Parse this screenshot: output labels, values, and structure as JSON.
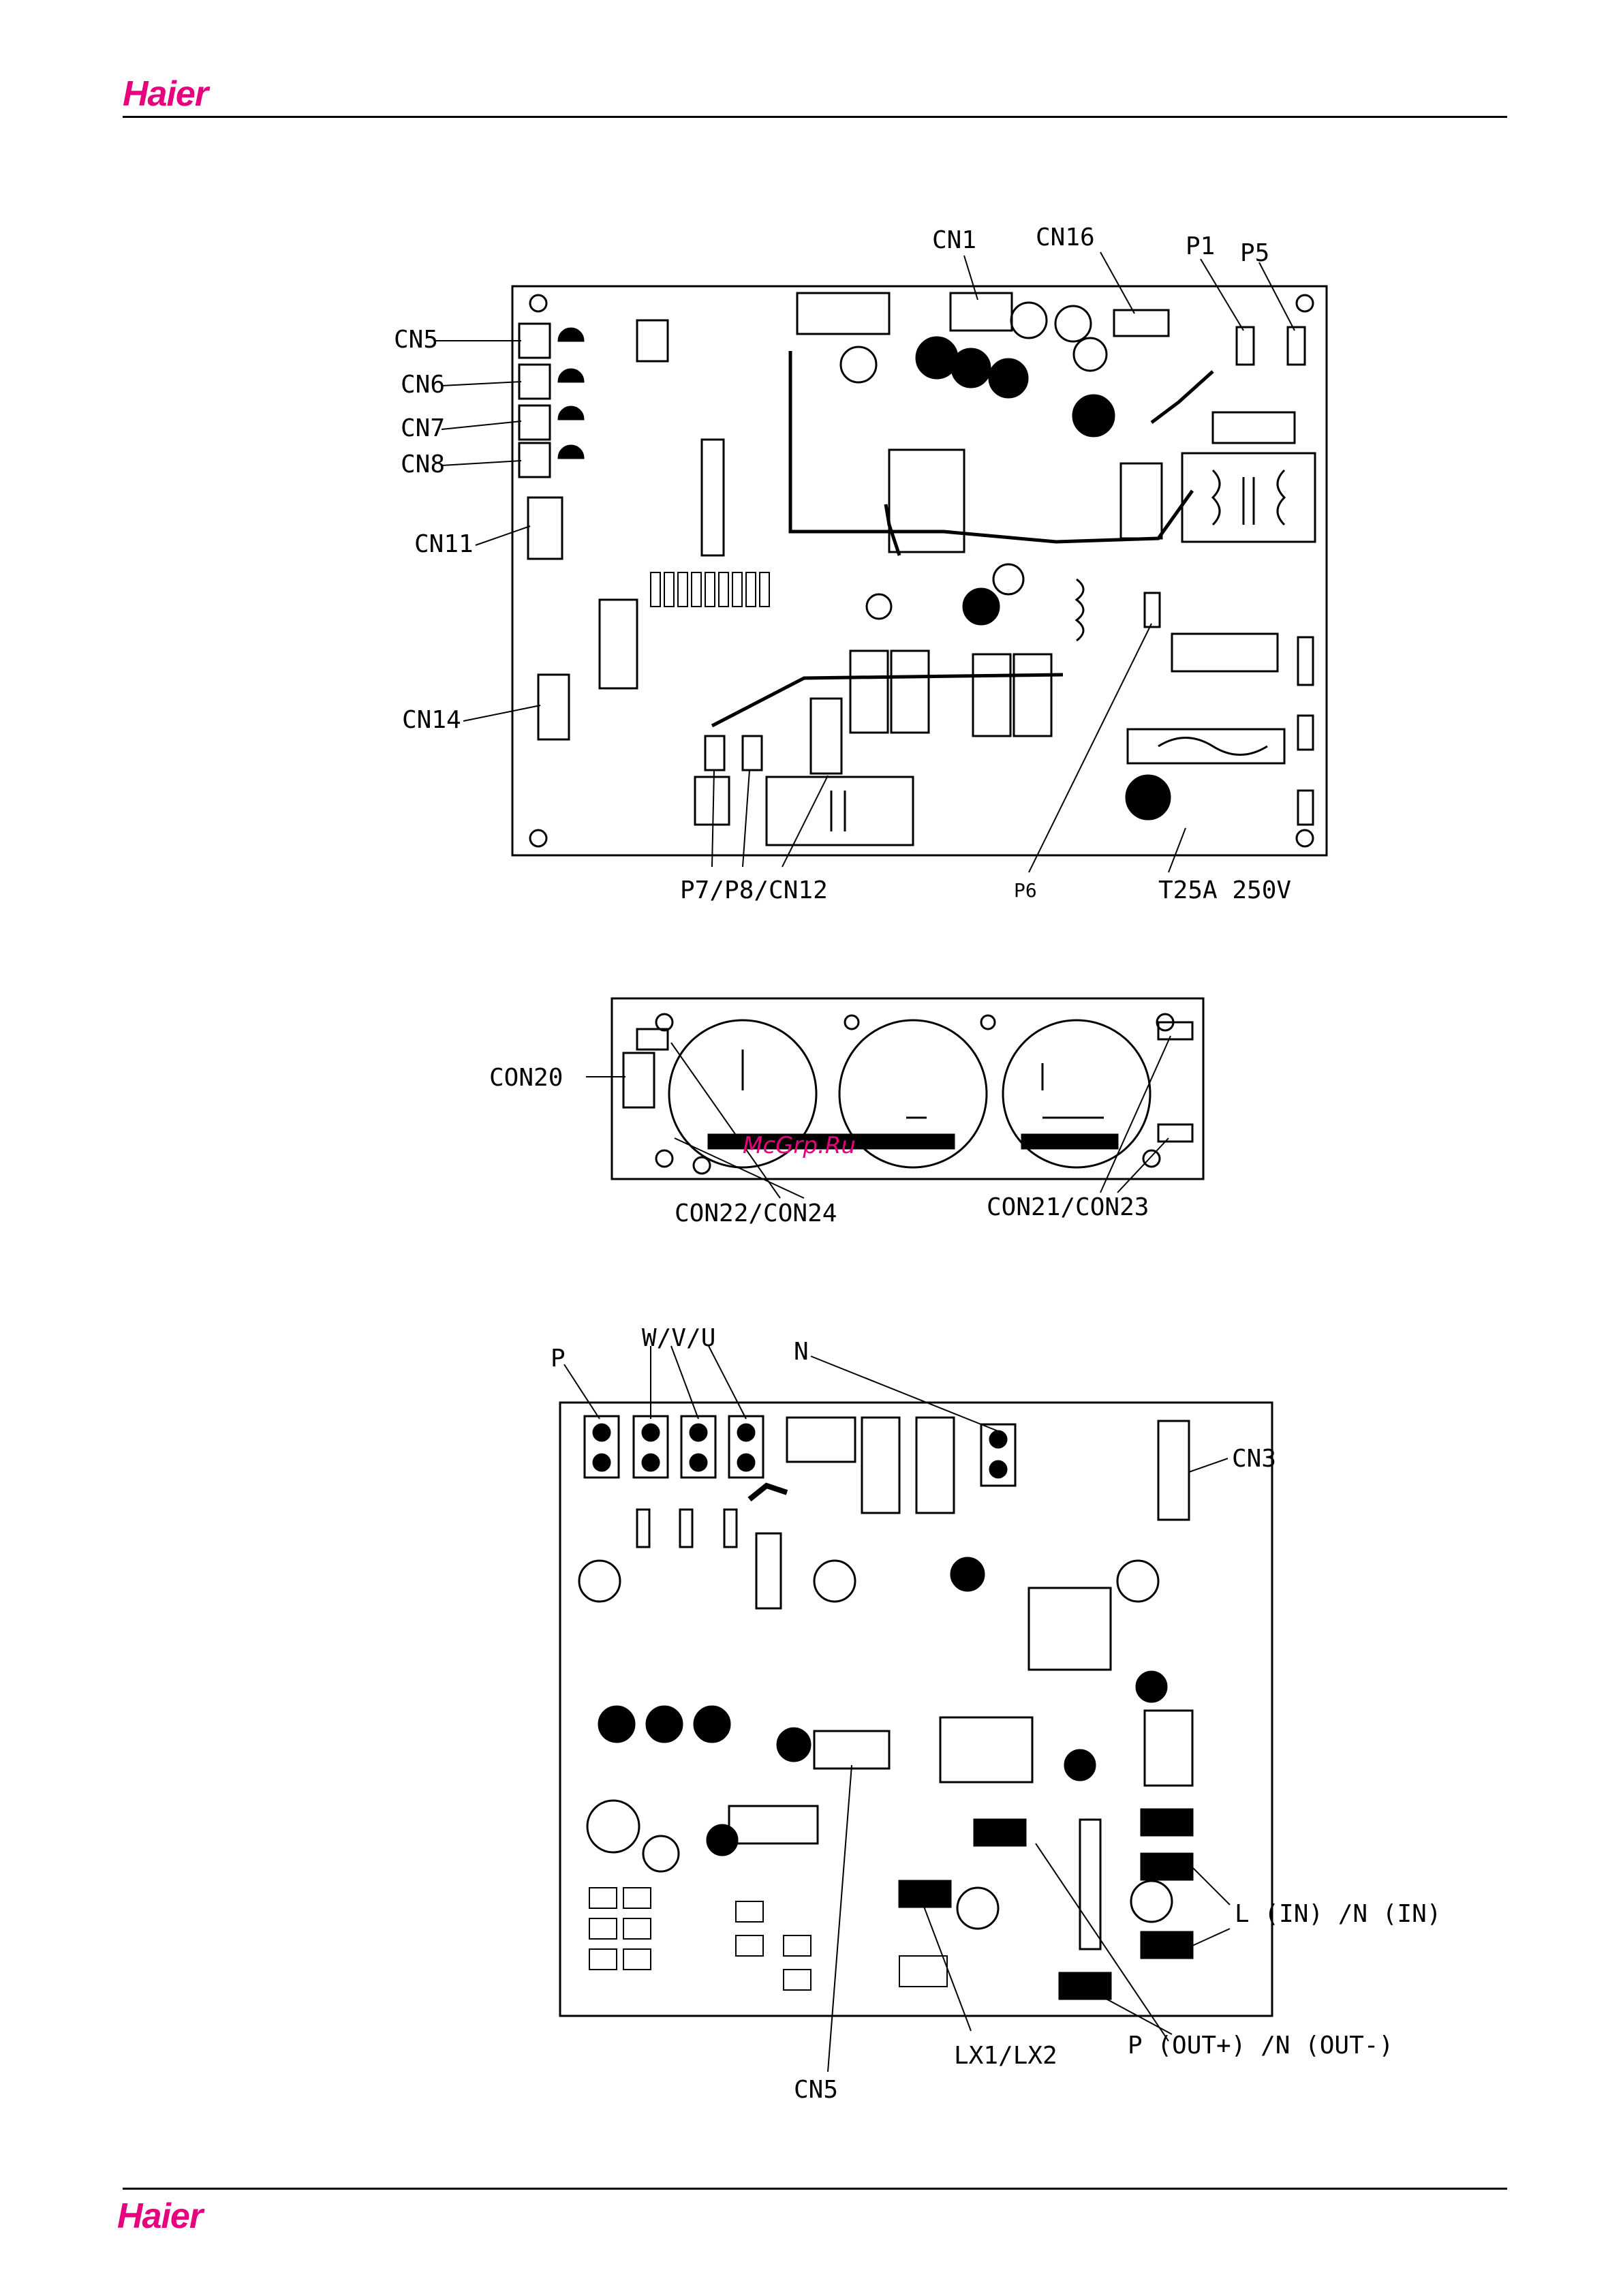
{
  "header": {
    "brand": "Haier"
  },
  "footer": {
    "brand": "Haier"
  },
  "watermark": "McGrp.Ru",
  "board1": {
    "labels": {
      "cn1": "CN1",
      "cn16": "CN16",
      "p1": "P1",
      "p5": "P5",
      "cn5": "CN5",
      "cn6": "CN6",
      "cn7": "CN7",
      "cn8": "CN8",
      "cn11": "CN11",
      "cn14": "CN14",
      "p7p8cn12": "P7/P8/CN12",
      "p6": "P6",
      "fuse": "T25A 250V"
    }
  },
  "board2": {
    "labels": {
      "con20": "CON20",
      "con22_24": "CON22/CON24",
      "con21_23": "CON21/CON23"
    }
  },
  "board3": {
    "labels": {
      "p": "P",
      "wvu": "W/V/U",
      "n": "N",
      "cn3": "CN3",
      "lin_nin": "L (IN) /N (IN)",
      "lx": "LX1/LX2",
      "pout_nout": "P (OUT+) /N (OUT-)",
      "cn5": "CN5"
    }
  },
  "colors": {
    "brand": "#e6007e",
    "ink": "#000000"
  }
}
